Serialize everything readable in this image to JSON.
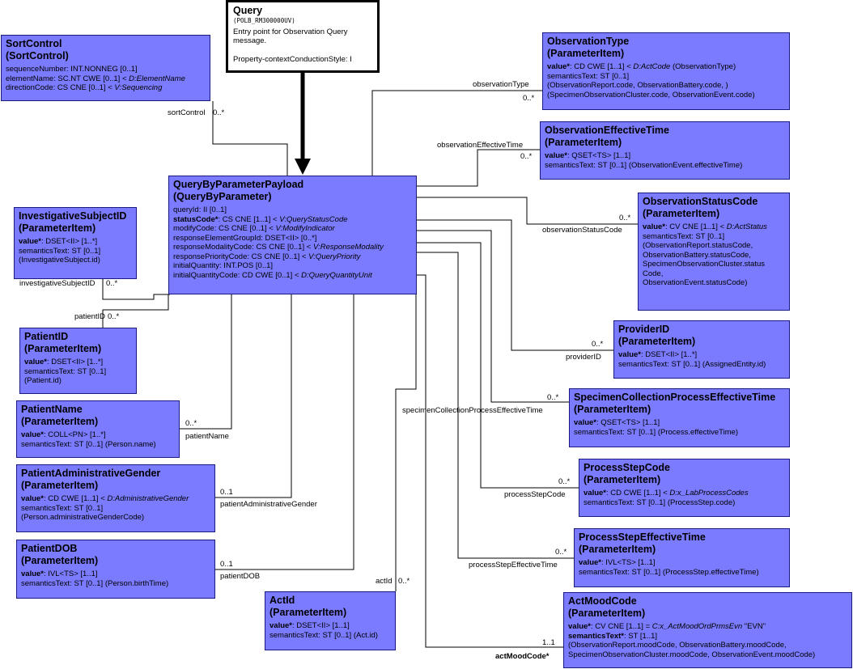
{
  "query": {
    "title": "Query",
    "oid": "(POLB_RM300000UV)",
    "description": "Entry point for Observation Query message.",
    "property": "Property-contextConductionStyle: I"
  },
  "classes": {
    "sort_control": {
      "title": "SortControl",
      "subtitle": "(SortControl)",
      "attributes": [
        {
          "name": "sequenceNumber",
          "rest": ": INT.NONNEG [0..1]",
          "vocab": ""
        },
        {
          "name": "elementName",
          "rest": ": SC.NT CWE [0..1] < ",
          "vocab": "D:ElementName"
        },
        {
          "name": "directionCode",
          "rest": ": CS CNE [0..1] < ",
          "vocab": "V:Sequencing"
        }
      ]
    },
    "payload": {
      "title": "QueryByParameterPayload",
      "subtitle": "(QueryByParameter)",
      "attributes": [
        {
          "name": "queryId",
          "rest": ": II [0..1]",
          "vocab": ""
        },
        {
          "name": "statusCode*",
          "rest": ": CS CNE [1..1] < ",
          "vocab": "V:QueryStatusCode",
          "bold": true
        },
        {
          "name": "modifyCode",
          "rest": ": CS CNE [0..1] < ",
          "vocab": "V:ModifyIndicator"
        },
        {
          "name": "responseElementGroupId",
          "rest": ": DSET<II> [0..*]",
          "vocab": ""
        },
        {
          "name": "responseModalityCode",
          "rest": ": CS CNE [0..1] < ",
          "vocab": "V:ResponseModality"
        },
        {
          "name": "responsePriorityCode",
          "rest": ": CS CNE [0..1] < ",
          "vocab": "V:QueryPriority"
        },
        {
          "name": "initialQuantity",
          "rest": ": INT.POS [0..1]",
          "vocab": ""
        },
        {
          "name": "initialQuantityCode",
          "rest": ": CD CWE [0..1] < ",
          "vocab": "D:QueryQuantityUnit"
        }
      ]
    },
    "investigative_subject_id": {
      "title": "InvestigativeSubjectID",
      "subtitle": "(ParameterItem)",
      "attributes": [
        {
          "name": "value*",
          "rest": ": DSET<II> [1..*]",
          "vocab": "",
          "bold": true
        },
        {
          "name": "semanticsText",
          "rest": ": ST [0..1]",
          "vocab": ""
        },
        {
          "name": "",
          "rest": " (InvestigativeSubject.id)",
          "vocab": ""
        }
      ]
    },
    "patient_id": {
      "title": "PatientID",
      "subtitle": "(ParameterItem)",
      "attributes": [
        {
          "name": "value*",
          "rest": ": DSET<II> [1..*]",
          "vocab": "",
          "bold": true
        },
        {
          "name": "semanticsText",
          "rest": ": ST [0..1]",
          "vocab": ""
        },
        {
          "name": "",
          "rest": " (Patient.id)",
          "vocab": ""
        }
      ]
    },
    "patient_name": {
      "title": "PatientName",
      "subtitle": "(ParameterItem)",
      "attributes": [
        {
          "name": "value*",
          "rest": ": COLL<PN> [1..*]",
          "vocab": "",
          "bold": true
        },
        {
          "name": "semanticsText",
          "rest": ": ST [0..1] (Person.name)",
          "vocab": ""
        }
      ]
    },
    "patient_gender": {
      "title": "PatientAdministrativeGender",
      "subtitle": "(ParameterItem)",
      "attributes": [
        {
          "name": "value*",
          "rest": ": CD CWE [1..1] < ",
          "vocab": "D:AdministrativeGender",
          "bold": true
        },
        {
          "name": "semanticsText",
          "rest": ": ST [0..1]",
          "vocab": ""
        },
        {
          "name": "",
          "rest": " (Person.administrativeGenderCode)",
          "vocab": ""
        }
      ]
    },
    "patient_dob": {
      "title": "PatientDOB",
      "subtitle": "(ParameterItem)",
      "attributes": [
        {
          "name": "value*",
          "rest": ": IVL<TS> [1..1]",
          "vocab": "",
          "bold": true
        },
        {
          "name": "semanticsText",
          "rest": ": ST [0..1] (Person.birthTime)",
          "vocab": ""
        }
      ]
    },
    "act_id": {
      "title": "ActId",
      "subtitle": "(ParameterItem)",
      "attributes": [
        {
          "name": "value*",
          "rest": ": DSET<II> [1..1]",
          "vocab": "",
          "bold": true
        },
        {
          "name": "semanticsText",
          "rest": ": ST [0..1] (Act.id)",
          "vocab": ""
        }
      ]
    },
    "observation_type": {
      "title": "ObservationType",
      "subtitle": "(ParameterItem)",
      "attributes": [
        {
          "name": "value*",
          "rest": ": CD CWE [1..1] < ",
          "vocab": "D:ActCode",
          "after": " (ObservationType)",
          "bold": true
        },
        {
          "name": "semanticsText",
          "rest": ": ST [0..1]",
          "vocab": ""
        },
        {
          "name": "",
          "rest": " (ObservationReport.code, ObservationBattery.code, )",
          "vocab": ""
        },
        {
          "name": "",
          "rest": " (SpecimenObservationCluster.code, ObservationEvent.code)",
          "vocab": ""
        }
      ]
    },
    "observation_effective_time": {
      "title": "ObservationEffectiveTime",
      "subtitle": "(ParameterItem)",
      "attributes": [
        {
          "name": "value*",
          "rest": ": QSET<TS> [1..1]",
          "vocab": "",
          "bold": true
        },
        {
          "name": "semanticsText",
          "rest": ": ST [0..1] (ObservationEvent.effectiveTime)",
          "vocab": ""
        }
      ]
    },
    "observation_status_code": {
      "title": "ObservationStatusCode",
      "subtitle": "(ParameterItem)",
      "attributes": [
        {
          "name": "value*",
          "rest": ": CV CNE [1..1] < ",
          "vocab": "D:ActStatus",
          "bold": true
        },
        {
          "name": "semanticsText",
          "rest": ": ST [0..1]",
          "vocab": ""
        },
        {
          "name": "",
          "rest": " (ObservationReport.statusCode,",
          "vocab": ""
        },
        {
          "name": "",
          "rest": " ObservationBattery.statusCode,",
          "vocab": ""
        },
        {
          "name": "",
          "rest": " ",
          "vocab": ""
        },
        {
          "name": "",
          "rest": "SpecimenObservationCluster.status",
          "vocab": ""
        },
        {
          "name": "",
          "rest": "Code,",
          "vocab": ""
        },
        {
          "name": "",
          "rest": " ObservationEvent.statusCode)",
          "vocab": ""
        }
      ]
    },
    "provider_id": {
      "title": "ProviderID",
      "subtitle": "(ParameterItem)",
      "attributes": [
        {
          "name": "value*",
          "rest": ": DSET<II> [1..*]",
          "vocab": "",
          "bold": true
        },
        {
          "name": "semanticsText",
          "rest": ": ST [0..1] (AssignedEntity.id)",
          "vocab": ""
        }
      ]
    },
    "specimen_collection": {
      "title": "SpecimenCollectionProcessEffectiveTime",
      "subtitle": "(ParameterItem)",
      "attributes": [
        {
          "name": "value*",
          "rest": ": QSET<TS> [1..1]",
          "vocab": "",
          "bold": true
        },
        {
          "name": "semanticsText",
          "rest": ": ST [0..1] (Process.effectiveTime)",
          "vocab": ""
        }
      ]
    },
    "process_step_code": {
      "title": "ProcessStepCode",
      "subtitle": "(ParameterItem)",
      "attributes": [
        {
          "name": "value*",
          "rest": ": CD CWE [1..1] < ",
          "vocab": "D:x_LabProcessCodes",
          "bold": true
        },
        {
          "name": "semanticsText",
          "rest": ": ST [0..1] (ProcessStep.code)",
          "vocab": ""
        }
      ]
    },
    "process_step_effective_time": {
      "title": "ProcessStepEffectiveTime",
      "subtitle": "(ParameterItem)",
      "attributes": [
        {
          "name": "value*",
          "rest": ": IVL<TS> [1..1]",
          "vocab": "",
          "bold": true
        },
        {
          "name": "semanticsText",
          "rest": ": ST [0..1] (ProcessStep.effectiveTime)",
          "vocab": ""
        }
      ]
    },
    "act_mood_code": {
      "title": "ActMoodCode",
      "subtitle": "(ParameterItem)",
      "attributes": [
        {
          "name": "value*",
          "rest": ": CV CNE [1..1] = ",
          "vocab": "C:x_ActMoodOrdPrmsEvn",
          "after": " \"EVN\"",
          "bold": true
        },
        {
          "name": "semanticsText*",
          "rest": ": ST [1..1]",
          "vocab": "",
          "bold": true
        },
        {
          "name": "",
          "rest": " (ObservationReport.moodCode, ObservationBattery.moodCode,",
          "vocab": ""
        },
        {
          "name": "",
          "rest": " SpecimenObservationCluster.moodCode, ObservationEvent.moodCode)",
          "vocab": ""
        }
      ]
    }
  },
  "associations": {
    "sort_control": {
      "role": "sortControl",
      "mult": "0..*"
    },
    "investigative_subject_id": {
      "role": "investigativeSubjectID",
      "mult": "0..*"
    },
    "patient_id": {
      "role": "patientID",
      "mult": "0..*"
    },
    "patient_name": {
      "role": "patientName",
      "mult": "0..*"
    },
    "patient_gender": {
      "role": "patientAdministrativeGender",
      "mult": "0..1"
    },
    "patient_dob": {
      "role": "patientDOB",
      "mult": "0..1"
    },
    "act_id": {
      "role": "actId",
      "mult": "0..*"
    },
    "observation_type": {
      "role": "observationType",
      "mult": "0..*"
    },
    "observation_effective_time": {
      "role": "observationEffectiveTime",
      "mult": "0..*"
    },
    "observation_status_code": {
      "role": "observationStatusCode",
      "mult": "0..*"
    },
    "provider_id": {
      "role": "providerID",
      "mult": "0..*"
    },
    "specimen_collection": {
      "role": "specimenCollectionProcessEffectiveTime",
      "mult": "0..*"
    },
    "process_step_code": {
      "role": "processStepCode",
      "mult": "0..*"
    },
    "process_step_effective_time": {
      "role": "processStepEffectiveTime",
      "mult": "0..*"
    },
    "act_mood_code": {
      "role": "actMoodCode*",
      "mult": "1..1"
    }
  },
  "colors": {
    "class_fill": "#7b7bff",
    "class_border": "#1a1a80",
    "line": "#000000"
  }
}
